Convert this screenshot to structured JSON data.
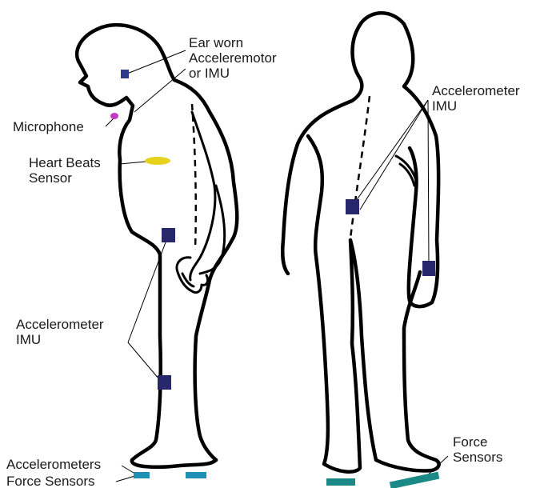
{
  "colors": {
    "outline": "#000000",
    "imu_sensor": "#27276b",
    "ear_sensor": "#2d3a8c",
    "microphone": "#c23bc4",
    "heart_sensor": "#e6d21a",
    "force_sensor_left": "#1f8fb5",
    "force_sensor_right": "#1b8a86"
  },
  "labels": {
    "ear_worn": [
      "Ear worn",
      "Acceleremotor",
      "or IMU"
    ],
    "microphone": "Microphone",
    "heart": [
      "Heart Beats",
      "Sensor"
    ],
    "accelerometer_left": [
      "Accelerometer",
      "IMU"
    ],
    "accelerometer_right": [
      "Accelerometer",
      "IMU"
    ],
    "accelerometers_bottom": "Accelerometers",
    "force_sensors_bottom": "Force Sensors",
    "force_sensors_right": [
      "Force",
      "Sensors"
    ]
  },
  "sensors": [
    {
      "kind": "ear-imu"
    },
    {
      "kind": "microphone"
    },
    {
      "kind": "heart-beats-sensor"
    },
    {
      "kind": "hip-imu-side"
    },
    {
      "kind": "ankle-imu-side"
    },
    {
      "kind": "back-imu"
    },
    {
      "kind": "wrist-imu"
    },
    {
      "kind": "foot-force-sensor-side-front"
    },
    {
      "kind": "foot-force-sensor-side-back"
    },
    {
      "kind": "foot-force-sensor-back-left"
    },
    {
      "kind": "foot-force-sensor-back-right"
    }
  ]
}
